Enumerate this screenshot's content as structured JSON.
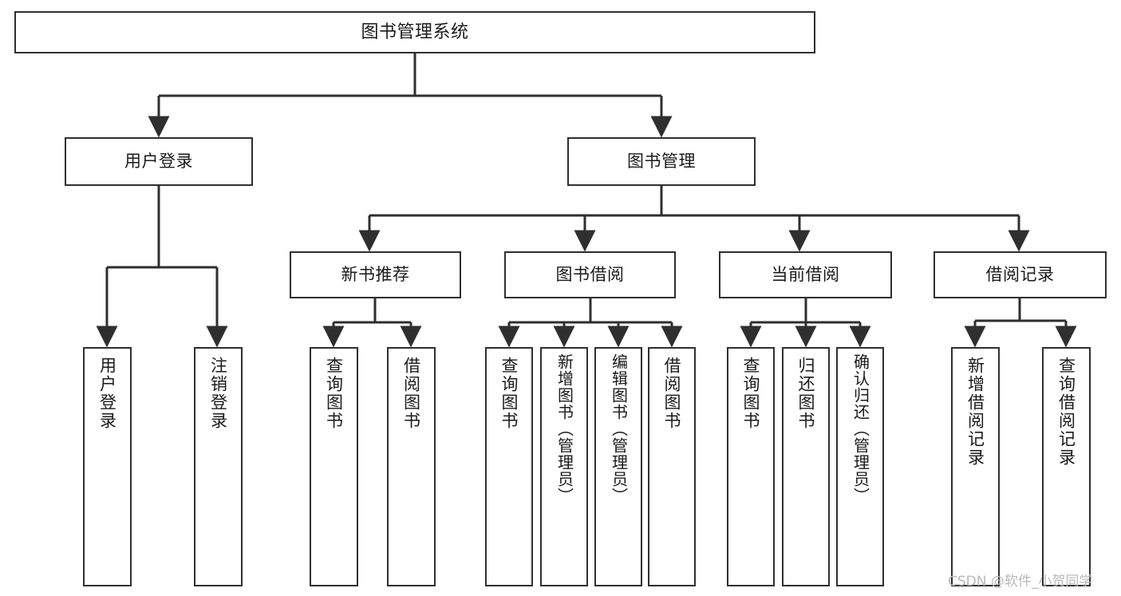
{
  "diagram": {
    "kind": "functional-structure-tree",
    "title": "图书管理系统",
    "watermark": "CSDN @软件_小贺同学",
    "colors": {
      "background": "#ffffff",
      "stroke": "#2f2f2f",
      "text": "#1a1a1a",
      "watermark": "#b9b9b9"
    },
    "nodes": {
      "root": {
        "label": "图书管理系统"
      },
      "level2": [
        {
          "label": "用户登录"
        },
        {
          "label": "图书管理"
        }
      ],
      "level3": [
        {
          "label": "新书推荐"
        },
        {
          "label": "图书借阅"
        },
        {
          "label": "当前借阅"
        },
        {
          "label": "借阅记录"
        }
      ],
      "leaves": {
        "user_login": [
          {
            "label": "用户登录"
          },
          {
            "label": "注销登录"
          }
        ],
        "new_book_recommend": [
          {
            "label": "查询图书"
          },
          {
            "label": "借阅图书"
          }
        ],
        "book_borrow": [
          {
            "label": "查询图书"
          },
          {
            "label": "新增图书（管理员）"
          },
          {
            "label": "编辑图书（管理员）"
          },
          {
            "label": "借阅图书"
          }
        ],
        "current_borrow": [
          {
            "label": "查询图书"
          },
          {
            "label": "归还图书"
          },
          {
            "label": "确认归还（管理员）"
          }
        ],
        "borrow_record": [
          {
            "label": "新增借阅记录"
          },
          {
            "label": "查询借阅记录"
          }
        ]
      }
    }
  }
}
